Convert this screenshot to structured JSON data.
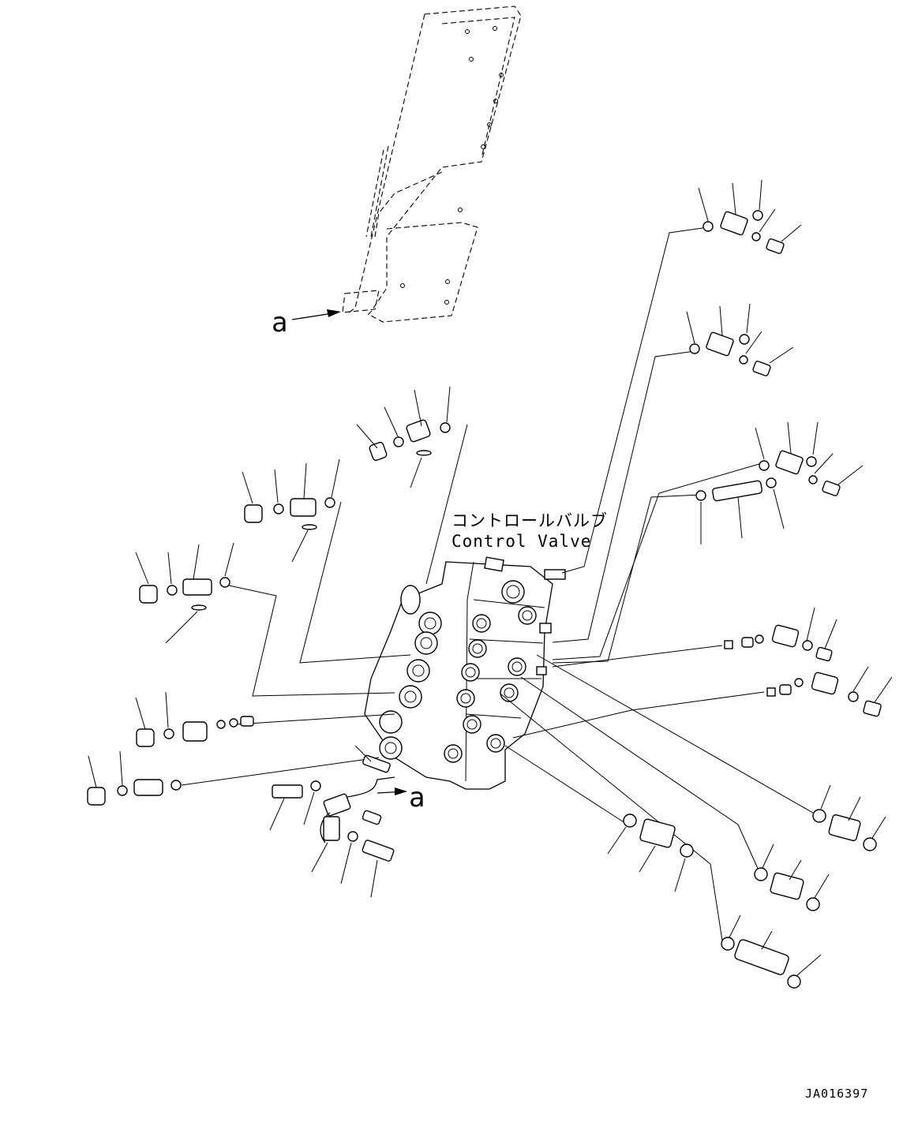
{
  "diagram": {
    "title_jp": "コントロールバルブ",
    "title_en": "Control Valve",
    "ref_label_top": "a",
    "ref_label_bottom": "a",
    "drawing_id": "JA016397"
  }
}
